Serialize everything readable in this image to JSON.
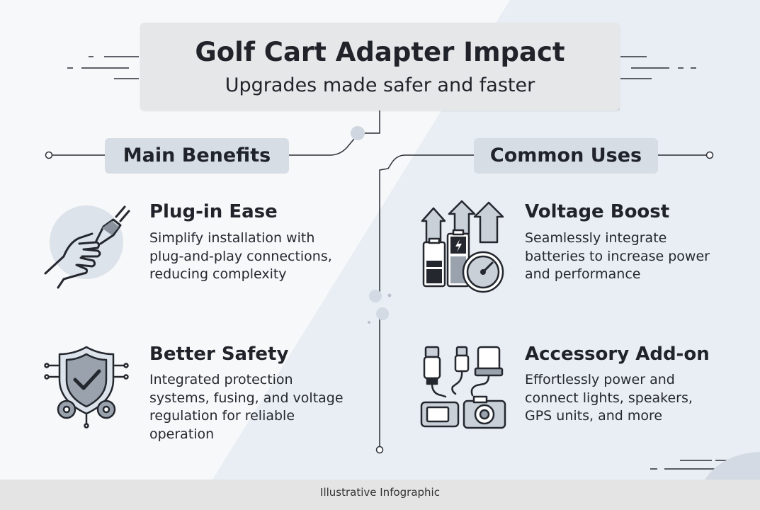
{
  "header": {
    "title": "Golf Cart Adapter Impact",
    "subtitle": "Upgrades made safer and faster"
  },
  "sections": {
    "left": {
      "heading": "Main Benefits",
      "items": [
        {
          "title": "Plug-in Ease",
          "lines": [
            "Simplify installation with",
            "plug-and-play connections,",
            "reducing complexity"
          ],
          "icon": "hand-plug-icon"
        },
        {
          "title": "Better Safety",
          "lines": [
            "Integrated protection",
            "systems, fusing, and voltage",
            "regulation for reliable",
            "operation"
          ],
          "icon": "shield-check-gears-icon"
        }
      ]
    },
    "right": {
      "heading": "Common Uses",
      "items": [
        {
          "title": "Voltage Boost",
          "lines": [
            "Seamlessly integrate",
            "batteries to increase power",
            "and performance"
          ],
          "icon": "battery-gauge-arrows-icon"
        },
        {
          "title": "Accessory Add-on",
          "lines": [
            "Effortlessly power and",
            "connect lights, speakers,",
            "GPS units, and more"
          ],
          "icon": "usb-accessories-icon"
        }
      ]
    }
  },
  "footer": {
    "label": "Illustrative Infographic"
  },
  "colors": {
    "background": "#f7f8fa",
    "accent_panel": "#e8edf3",
    "title_box": "#e6e7e9",
    "pill": "#d7dde4",
    "ink": "#20242a",
    "footer": "#e4e4e4"
  }
}
